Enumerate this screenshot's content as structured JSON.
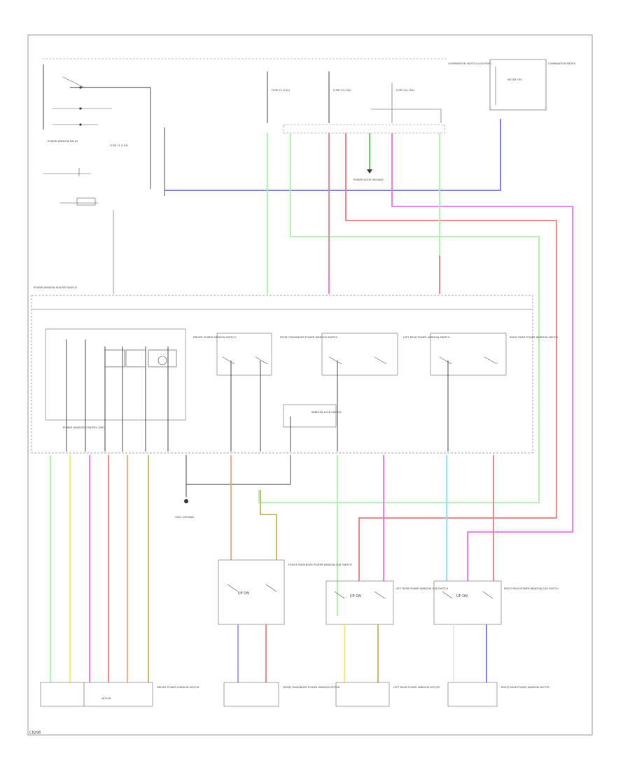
{
  "diagram": {
    "footer_code": "C8298",
    "labels": {
      "top_left_switch": "POWER WINDOW RELAY",
      "battery_fuse_1": "FUSE 21 (15A)",
      "battery_fuse_2": "FUSE 22 (15A)",
      "battery_fuse_3": "FUSE 23 (15A)",
      "battery_fuse_4": "FUSE 24 (15A)",
      "combination_meter_l": "COMBINATION SWITCH (LIGHTING)",
      "combination_meter_r": "COMBINATION METER",
      "meter_inner": "METER CPU",
      "ground_top": "POWER DOOR GROUND",
      "main_switch_block": "POWER WINDOW MASTER SWITCH",
      "control_unit": "POWER WINDOW CONTROL UNIT",
      "lock_switch": "WINDOW LOCK SWITCH",
      "sw_driver": "DRIVER POWER WINDOW SWITCH",
      "sw_pass_front": "FRONT PASSENGER POWER WINDOW SWITCH",
      "sw_left_rear": "LEFT REAR POWER WINDOW SWITCH",
      "sw_right_rear": "RIGHT REAR POWER WINDOW SWITCH",
      "ground_mid": "G501 GROUND",
      "sub_pass": "FRONT PASSENGER POWER WINDOW SUB SWITCH",
      "sub_lr": "LEFT REAR POWER WINDOW SUB SWITCH",
      "sub_rr": "RIGHT REAR POWER WINDOW SUB SWITCH",
      "motor_driver": "DRIVER POWER WINDOW MOTOR",
      "motor_pass": "FRONT PASSENGER POWER WINDOW MOTOR",
      "motor_lr": "LEFT REAR POWER WINDOW MOTOR",
      "motor_rr": "RIGHT REAR POWER WINDOW MOTOR",
      "up_dn": "UP DN",
      "motor_box": "MOTOR"
    },
    "wire_colors": {
      "green": "#a8f0a8",
      "light_green": "#7ee27e",
      "red": "#f07a7a",
      "pink": "#f06ef0",
      "blue": "#6f6ff0",
      "yellow": "#f0f05e",
      "tan": "#c8b060",
      "orange": "#f0a878",
      "cyan": "#70f0f0",
      "lavender": "#9a9af0"
    }
  }
}
